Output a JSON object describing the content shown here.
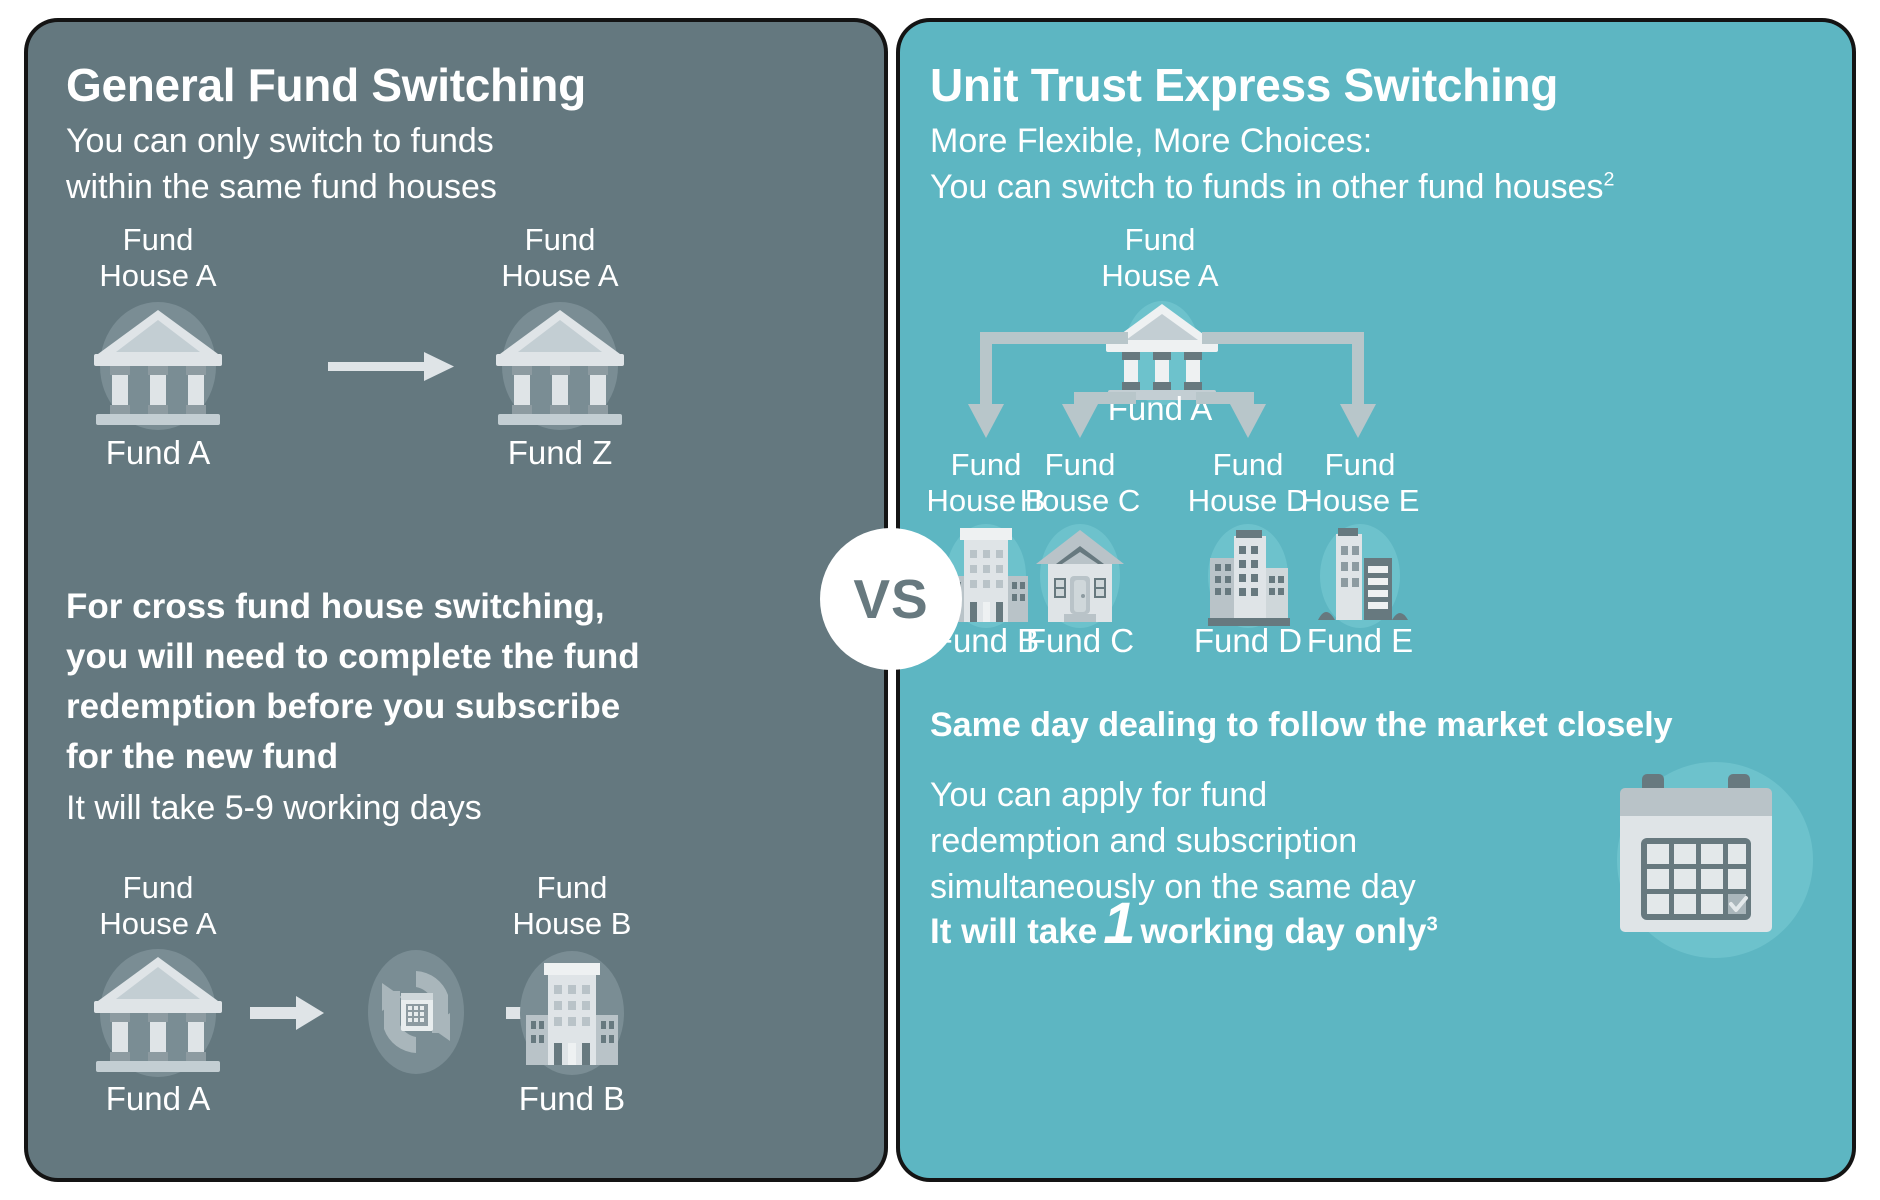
{
  "colors": {
    "left_panel_bg": "#64787f",
    "right_panel_bg": "#5db6c2",
    "text": "#ffffff",
    "vs_text": "#67797f",
    "icon_light": "#dfe4e7",
    "icon_mid": "#b9c3c8",
    "icon_dark": "#67797f"
  },
  "left": {
    "title": "General Fund Switching",
    "subtitle": "You can only switch to funds\nwithin the same fund houses",
    "diagram_top": {
      "source": {
        "house": "Fund\nHouse A",
        "fund": "Fund A",
        "icon": "bank-icon"
      },
      "arrow": "arrow-right-icon",
      "target": {
        "house": "Fund\nHouse A",
        "fund": "Fund Z",
        "icon": "bank-icon"
      }
    },
    "bold_note": "For cross fund house switching,\nyou will need to complete the fund\nredemption before you subscribe\nfor the new fund",
    "duration_note": "It will take 5-9 working days",
    "diagram_bottom": {
      "source": {
        "house": "Fund\nHouse A",
        "fund": "Fund A",
        "icon": "bank-icon"
      },
      "middle_icon": "refresh-calendar-icon",
      "target": {
        "house": "Fund\nHouse B",
        "fund": "Fund B",
        "icon": "office-building-icon"
      }
    }
  },
  "right": {
    "title": "Unit Trust Express Switching",
    "subtitle_line1": "More Flexible, More Choices:",
    "subtitle_line2": "You can switch to funds in other fund houses",
    "subtitle_line2_sup": "2",
    "hub": {
      "house": "Fund\nHouse A",
      "fund": "Fund A",
      "icon": "bank-icon"
    },
    "targets": [
      {
        "house": "Fund\nHouse B",
        "fund": "Fund B",
        "icon": "office-building-icon"
      },
      {
        "house": "Fund\nHouse C",
        "fund": "Fund C",
        "icon": "house-icon"
      },
      {
        "house": "Fund\nHouse D",
        "fund": "Fund D",
        "icon": "city-buildings-icon"
      },
      {
        "house": "Fund\nHouse E",
        "fund": "Fund E",
        "icon": "skyscraper-icon"
      }
    ],
    "bold_note": "Same day dealing to follow the market closely",
    "body_note": "You can apply for fund\nredemption and subscription\nsimultaneously on the same day",
    "duration_prefix": "It will take",
    "duration_number": "1",
    "duration_suffix": "working day only",
    "duration_sup": "3",
    "calendar_icon": "calendar-check-icon"
  },
  "center": {
    "vs_label": "VS"
  }
}
